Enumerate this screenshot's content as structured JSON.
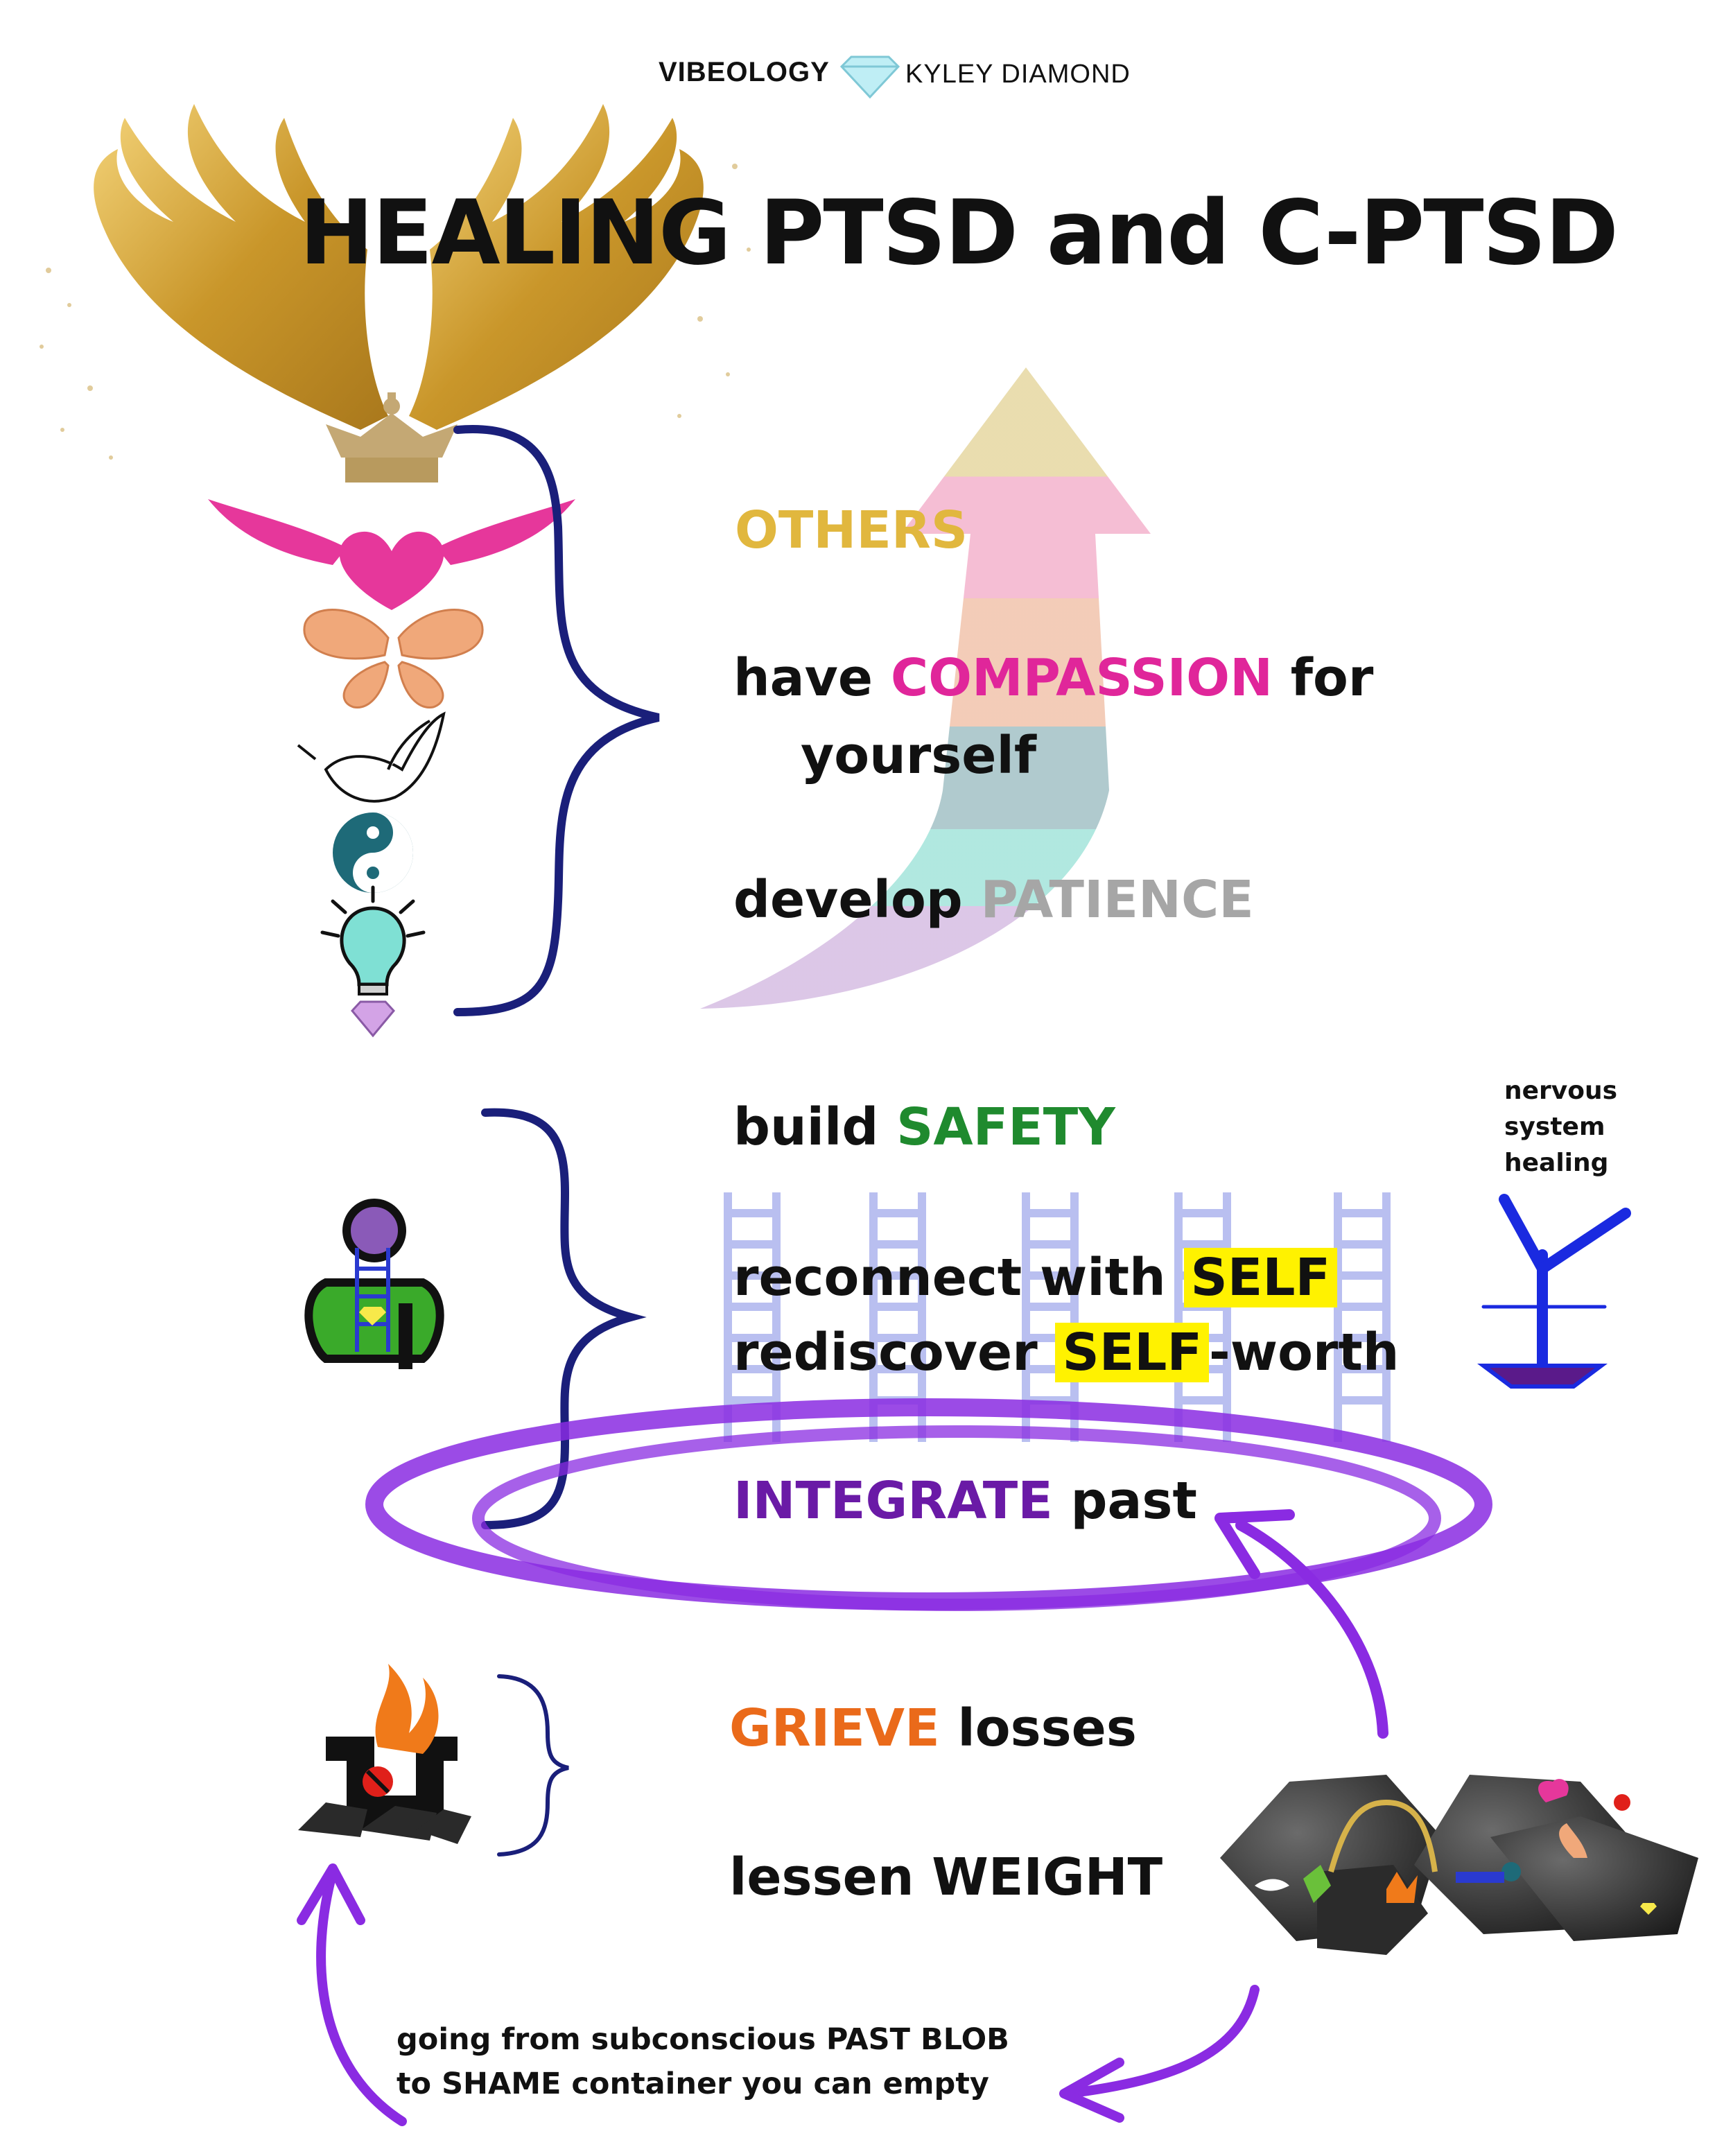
{
  "header": {
    "brand_left": "VIBEOLOGY",
    "brand_right": "KYLEY DIAMOND",
    "title": "HEALING PTSD and C-PTSD"
  },
  "steps": {
    "others": {
      "word": "OTHERS"
    },
    "compassion": {
      "pre": "have ",
      "key": "COMPASSION",
      "post": " for",
      "line2": "yourself"
    },
    "patience": {
      "pre": "develop ",
      "key": "PATIENCE"
    },
    "safety": {
      "pre": "build ",
      "key": "SAFETY"
    },
    "reconnect": {
      "pre": "reconnect with ",
      "key": "SELF"
    },
    "rediscover": {
      "pre": "rediscover ",
      "key": "SELF",
      "post": "-worth"
    },
    "integrate": {
      "key": "INTEGRATE",
      "post": " past"
    },
    "grieve": {
      "key": "GRIEVE",
      "post": " losses"
    },
    "weight": {
      "text": "lessen WEIGHT"
    }
  },
  "side_note": {
    "line1": "nervous",
    "line2": "system",
    "line3": "healing"
  },
  "caption": {
    "line1": "going from subconscious PAST BLOB",
    "line2": "to SHAME container you can empty"
  },
  "colors": {
    "others": "#e1b73e",
    "compassion": "#e0269a",
    "patience": "#a6a6a6",
    "safety": "#1f8a2e",
    "highlight": "#fff200",
    "integrate": "#6a1aa6",
    "grieve": "#ea6a1a",
    "brace": "#1a1f7a",
    "loop": "#8a2be2"
  },
  "icons": [
    "wings-icon",
    "crown-icon",
    "winged-heart-icon",
    "butterfly-icon",
    "dove-icon",
    "yin-yang-icon",
    "lightbulb-icon",
    "diamond-icon",
    "person-ladder-icon",
    "nervous-system-icon",
    "ladder-icon",
    "burning-container-icon",
    "coal-pile-icon",
    "up-arrow-icon"
  ]
}
